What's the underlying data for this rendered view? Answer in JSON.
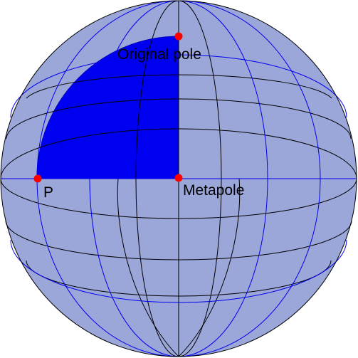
{
  "labels": {
    "original_pole": "Original pole",
    "metapole": "Metapole",
    "p": "P"
  },
  "colors": {
    "sphere_fill": "#9ba6d9",
    "highlight_fill": "#0000f0",
    "black_grid": "#000000",
    "blue_grid": "#0000ee",
    "point": "#ff0000"
  },
  "icons": {
    "point_marker": "red-dot"
  }
}
